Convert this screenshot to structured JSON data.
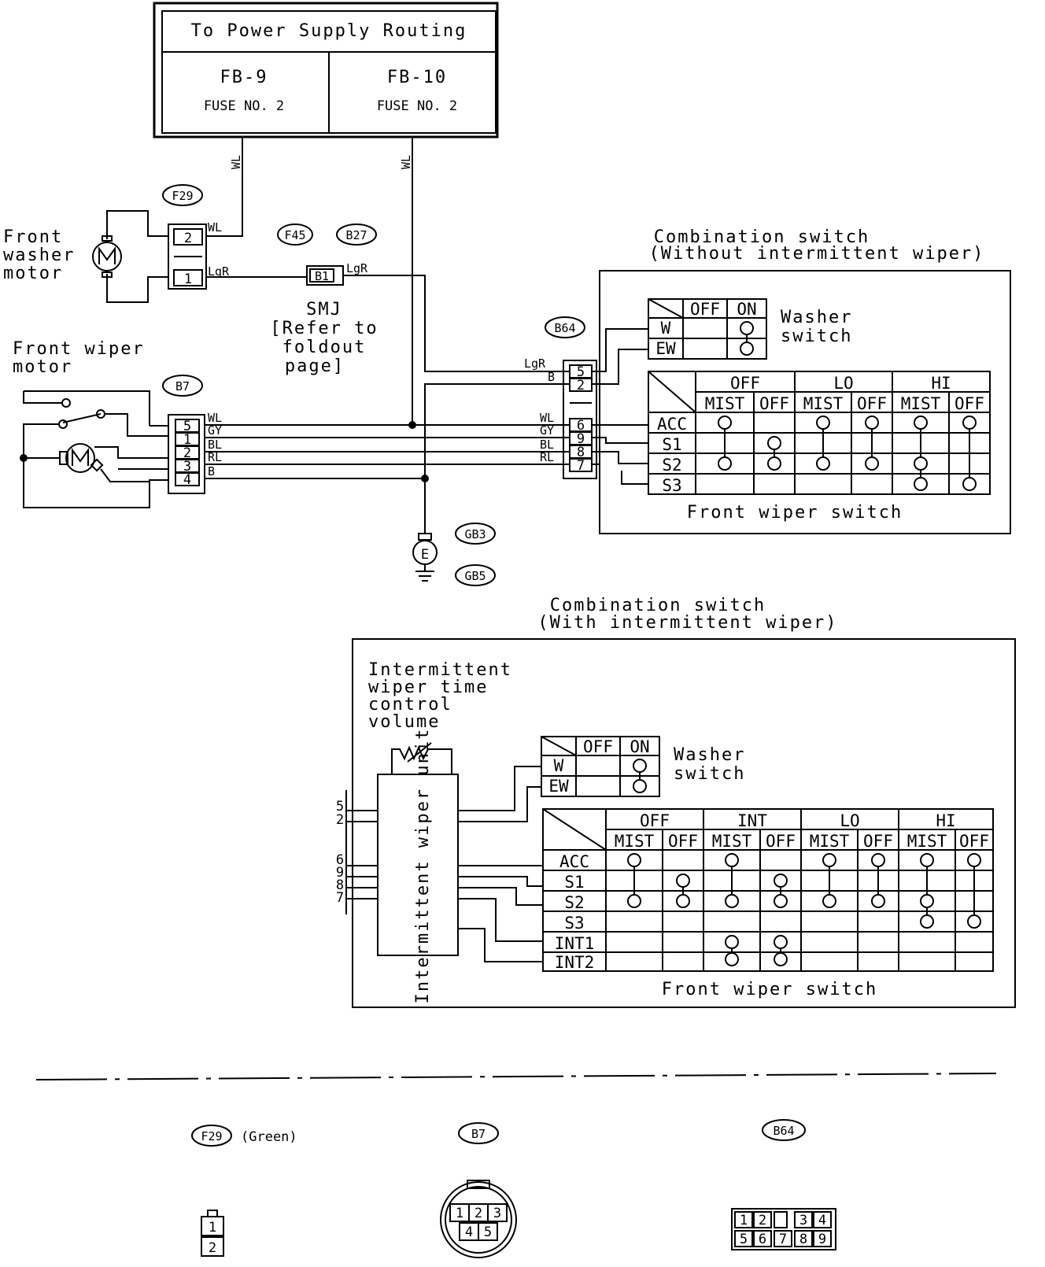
{
  "power_supply": {
    "title": "To Power Supply Routing",
    "fb9": "FB-9",
    "fb9_fuse": "FUSE NO. 2",
    "fb10": "FB-10",
    "fb10_fuse": "FUSE NO. 2"
  },
  "wires": {
    "wl": "WL",
    "lgr": "LgR",
    "b": "B",
    "gy": "GY",
    "bl": "BL",
    "rl": "RL"
  },
  "connectors": {
    "f29": "F29",
    "f45": "F45",
    "b27": "B27",
    "b64": "B64",
    "b7": "B7",
    "gb3": "GB3",
    "gb5": "GB5",
    "b1": "B1"
  },
  "washer_motor": {
    "line1": "Front",
    "line2": "washer",
    "line3": "motor"
  },
  "wiper_motor": {
    "line1": "Front wiper",
    "line2": "motor"
  },
  "smj": {
    "line1": "SMJ",
    "line2": "[Refer to",
    "line3": "foldout",
    "line4": "page]"
  },
  "earth_symbol": "E",
  "combo1": {
    "title1": "Combination switch",
    "title2": "(Without intermittent wiper)"
  },
  "combo2": {
    "title1": "Combination switch",
    "title2": "(With intermittent wiper)"
  },
  "washer_switch": {
    "line1": "Washer",
    "line2": "switch",
    "cols": [
      "OFF",
      "ON"
    ],
    "rows": [
      "W",
      "EW"
    ]
  },
  "wiper_switch": {
    "label": "Front wiper switch",
    "modes1": [
      "OFF",
      "LO",
      "HI"
    ],
    "modes2": [
      "OFF",
      "INT",
      "LO",
      "HI"
    ],
    "sub_mist": "MIST",
    "sub_off": "OFF",
    "rows1": [
      "ACC",
      "S1",
      "S2",
      "S3"
    ],
    "rows2": [
      "ACC",
      "S1",
      "S2",
      "S3",
      "INT1",
      "INT2"
    ]
  },
  "intermittent": {
    "line1": "Intermittent",
    "line2": "wiper time",
    "line3": "control",
    "line4": "volume",
    "unit_label": "Intermittent wiper unit"
  },
  "pins": {
    "f29": [
      "2",
      "1"
    ],
    "b7": [
      "5",
      "1",
      "2",
      "3",
      "4"
    ],
    "b64_top": [
      "5",
      "2"
    ],
    "b64_bottom": [
      "6",
      "9",
      "8",
      "7"
    ],
    "combo2_left": [
      "5",
      "2",
      "6",
      "9",
      "8",
      "7"
    ]
  },
  "legend": {
    "f29_color": "(Green)",
    "f29_pins": [
      "1",
      "2"
    ],
    "b7_pins_top": [
      "1",
      "2",
      "3"
    ],
    "b7_pins_bottom": [
      "4",
      "5"
    ],
    "b64_pins_top": [
      "1",
      "2",
      "",
      "3",
      "4"
    ],
    "b64_pins_bottom": [
      "5",
      "6",
      "7",
      "8",
      "9"
    ]
  }
}
